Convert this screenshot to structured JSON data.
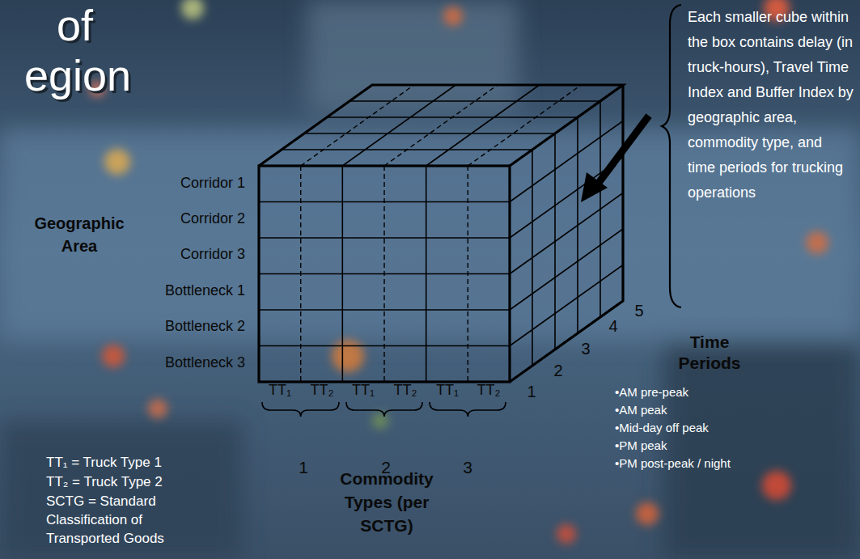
{
  "diagram": {
    "title": "of egion",
    "labels": [
      "Each smaller cube within the box contains delay (in truck-hours), Travel Time Index and Buffer Index by geographic area, commodity type, and time periods for trucking operations",
      "Corridor 1",
      "Corridor 2",
      "Corridor 3",
      "Bottleneck 1",
      "Bottleneck 2",
      "Bottleneck 3",
      "Geographic Area",
      "TT₁",
      "TT₂",
      "TT₁",
      "TT₂",
      "TT₁",
      "TT₂",
      "1",
      "2",
      "3",
      "Commodity Types (per SCTG)",
      "1",
      "2",
      "3",
      "4",
      "5",
      "Time Periods",
      "•AM pre-peak",
      "•AM peak",
      "•Mid-day off peak",
      "•PM peak",
      "•PM post-peak / night",
      "TT₁ = Truck Type 1",
      "TT₂ = Truck Type 2",
      "SCTG = Standard Classification of Transported Goods"
    ]
  }
}
